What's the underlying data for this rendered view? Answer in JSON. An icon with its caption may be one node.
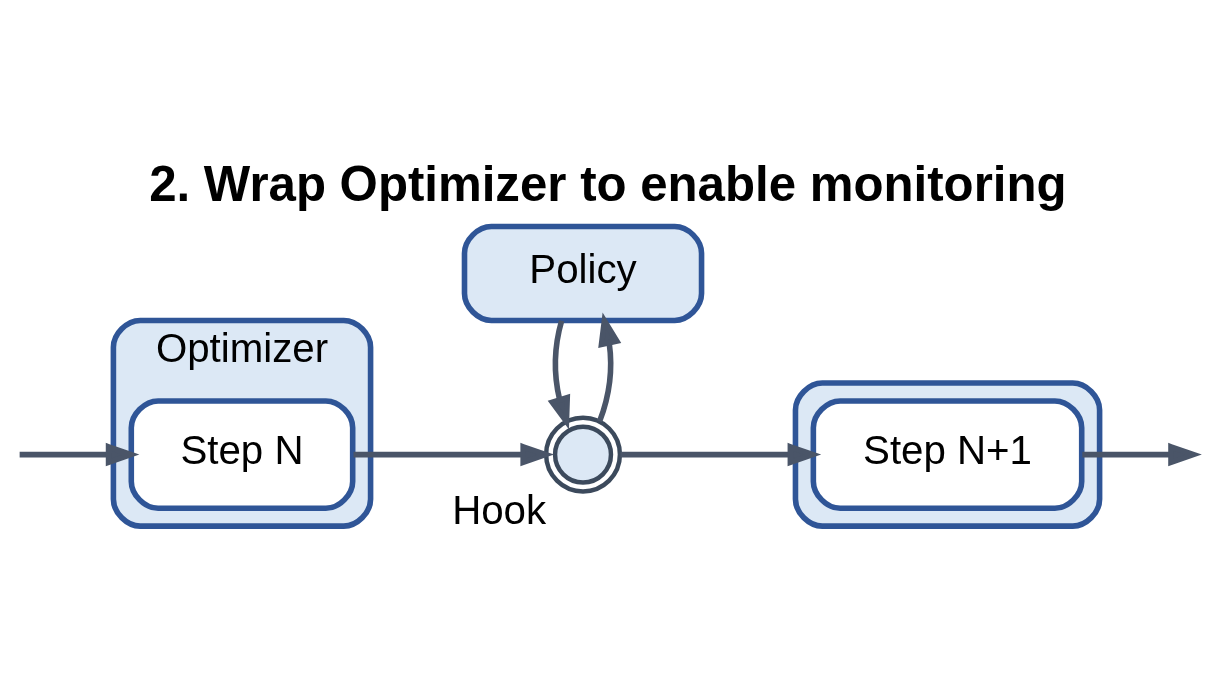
{
  "diagram": {
    "title": "2. Wrap Optimizer to enable monitoring",
    "nodes": [
      {
        "text": [
          "Optimizer"
        ]
      },
      {
        "text": [
          "Step N"
        ],
        "in": 0
      },
      {
        "text": [
          "Hook"
        ]
      },
      {
        "text": [
          "Policy"
        ]
      },
      {
        "text": [],
        "shape": "box"
      },
      {
        "text": [
          "Step N+1"
        ],
        "in": 4
      }
    ],
    "edges": [
      {
        "from": null,
        "to": 1,
        "arrow": "to"
      },
      {
        "from": 1,
        "to": 2,
        "arrow": "to"
      },
      {
        "from": 2,
        "to": 3,
        "arrow": "to"
      },
      {
        "from": 3,
        "to": 2,
        "arrow": "to"
      },
      {
        "from": 2,
        "to": 5,
        "arrow": "to"
      },
      {
        "from": 5,
        "to": null,
        "arrow": "to"
      }
    ]
  }
}
